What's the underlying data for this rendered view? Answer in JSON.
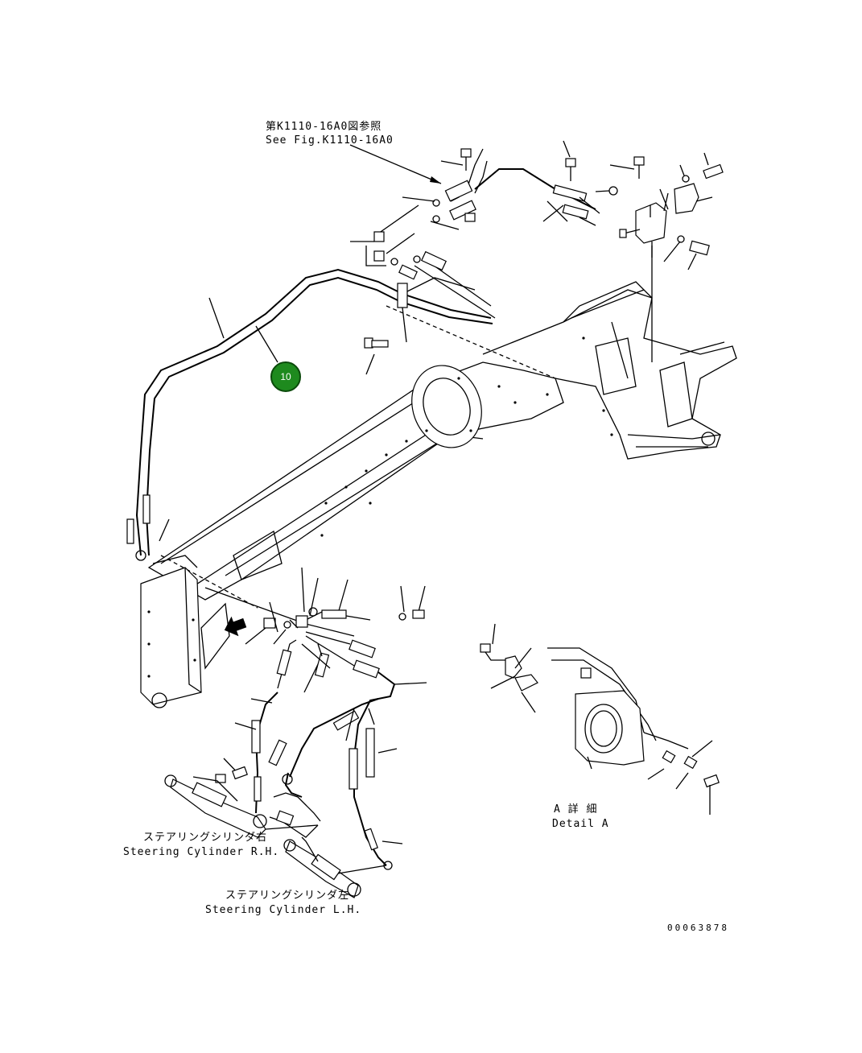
{
  "labels": {
    "see_fig_jp": "第K1110-16A0図参照",
    "see_fig_en": "See Fig.K1110-16A0",
    "detail_jp": "A 詳 細",
    "detail_en": "Detail A",
    "cyl_rh_jp": "ステアリングシリンダ右",
    "cyl_rh_en": "Steering Cylinder R.H.",
    "cyl_lh_jp": "ステアリングシリンダ左",
    "cyl_lh_en": "Steering Cylinder L.H.",
    "drawing_no": "00063878"
  },
  "hotspots": [
    {
      "label": "10",
      "color": "#1e8a1e"
    }
  ]
}
